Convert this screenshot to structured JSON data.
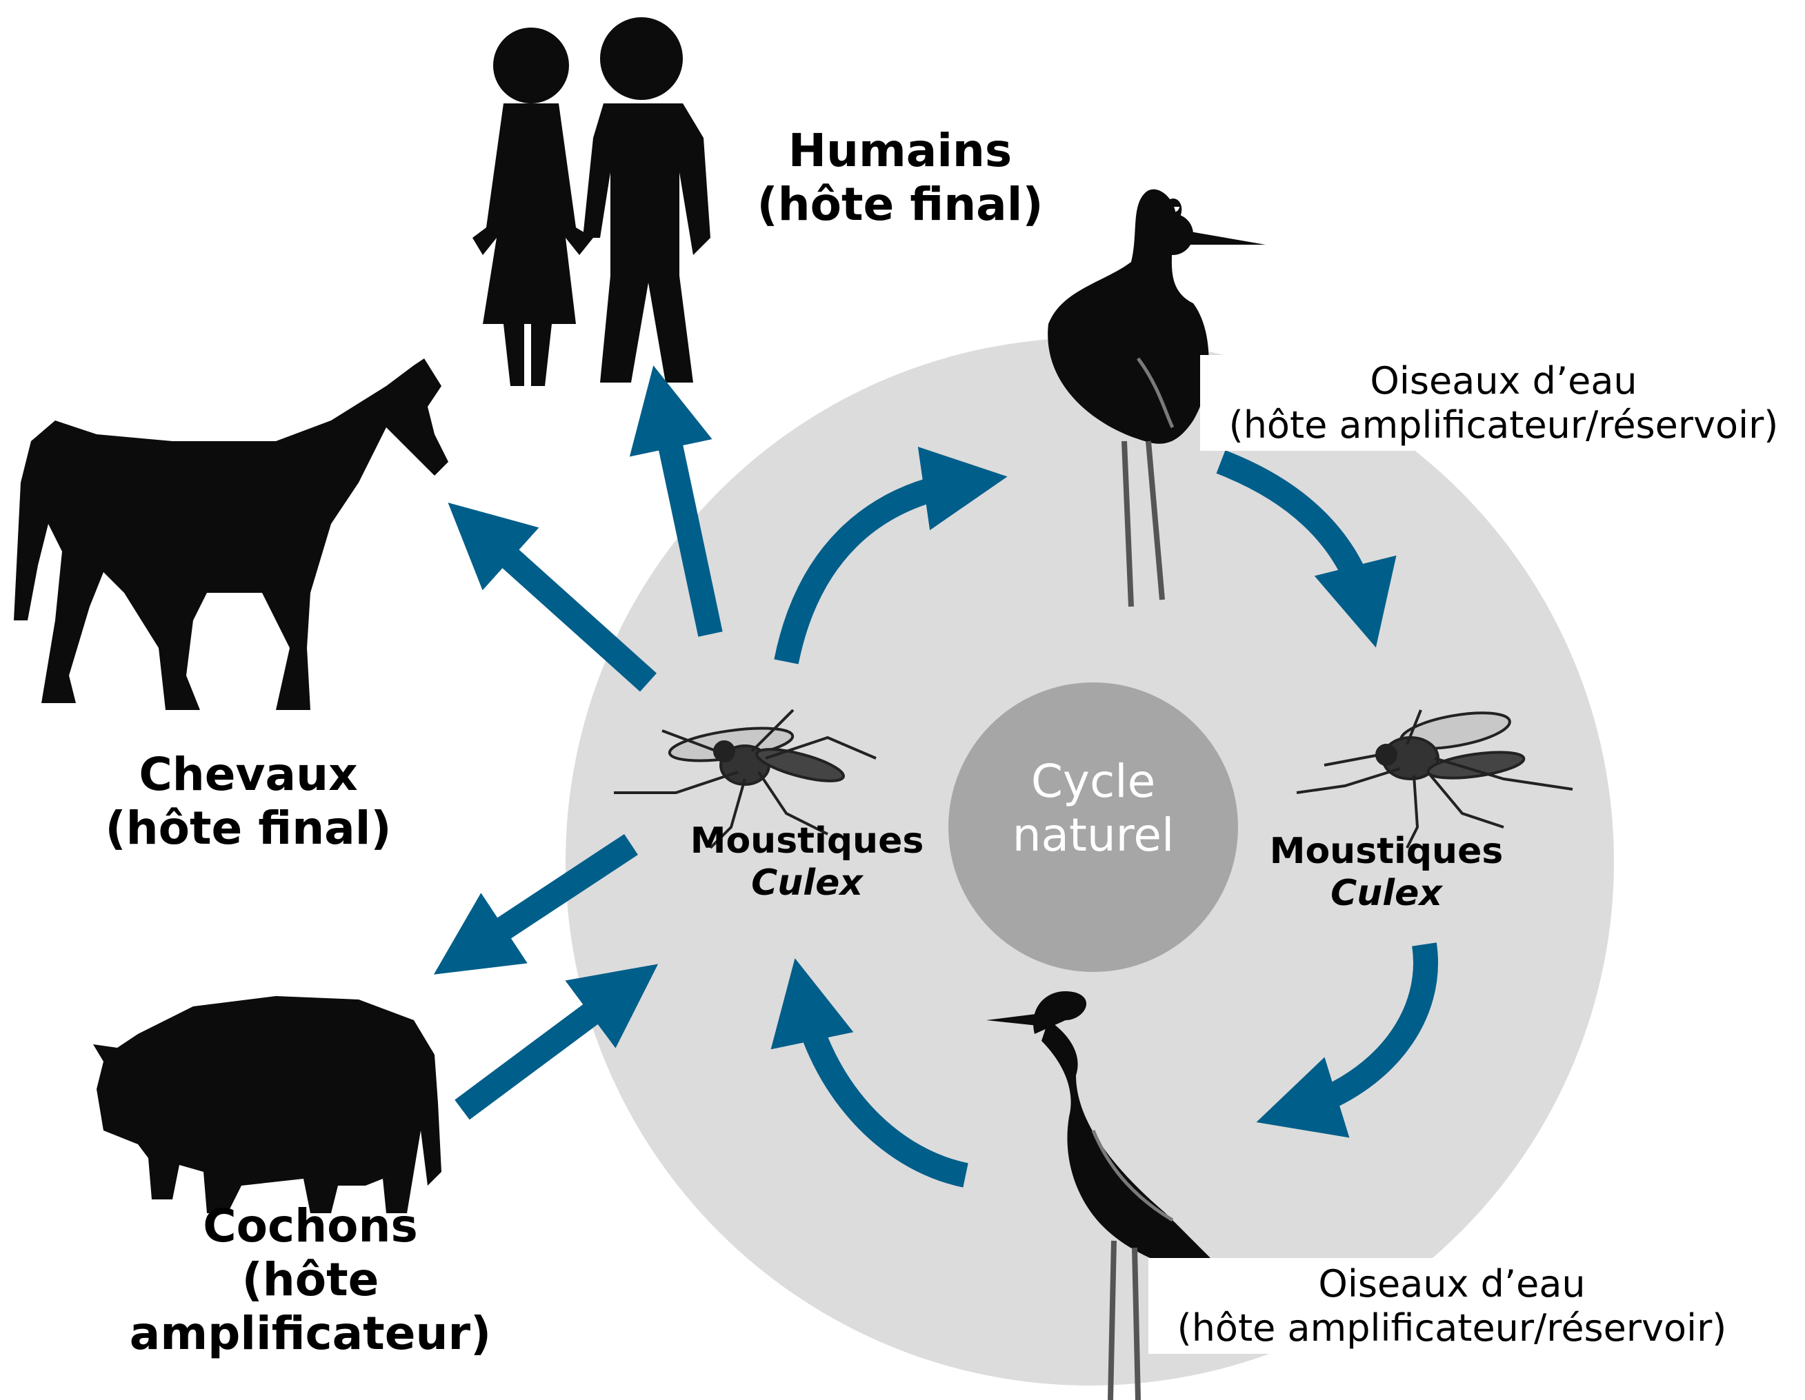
{
  "colors": {
    "arrow": "#005e8a",
    "outer_circle": "#dcdcdc",
    "center_circle": "#a6a6a6",
    "silhouette": "#0c0c0c",
    "center_text": "#ffffff"
  },
  "center": {
    "line1": "Cycle",
    "line2": "naturel"
  },
  "humans": {
    "line1": "Humains",
    "line2": "(hôte final)",
    "icon": "human-couple-icon"
  },
  "horses": {
    "line1": "Chevaux",
    "line2": "(hôte final)",
    "icon": "horse-icon"
  },
  "pigs": {
    "line1": "Cochons",
    "line2": "(hôte",
    "line3": "amplificateur)",
    "icon": "pig-icon"
  },
  "birds_top": {
    "line1": "Oiseaux d’eau",
    "line2": "(hôte amplificateur/réservoir)",
    "icon": "heron-icon"
  },
  "birds_bottom": {
    "line1": "Oiseaux d’eau",
    "line2": "(hôte amplificateur/réservoir)",
    "icon": "heron-icon"
  },
  "mosquito_left": {
    "line1": "Moustiques",
    "line2": "Culex",
    "icon": "mosquito-icon"
  },
  "mosquito_right": {
    "line1": "Moustiques",
    "line2": "Culex",
    "icon": "mosquito-icon"
  }
}
